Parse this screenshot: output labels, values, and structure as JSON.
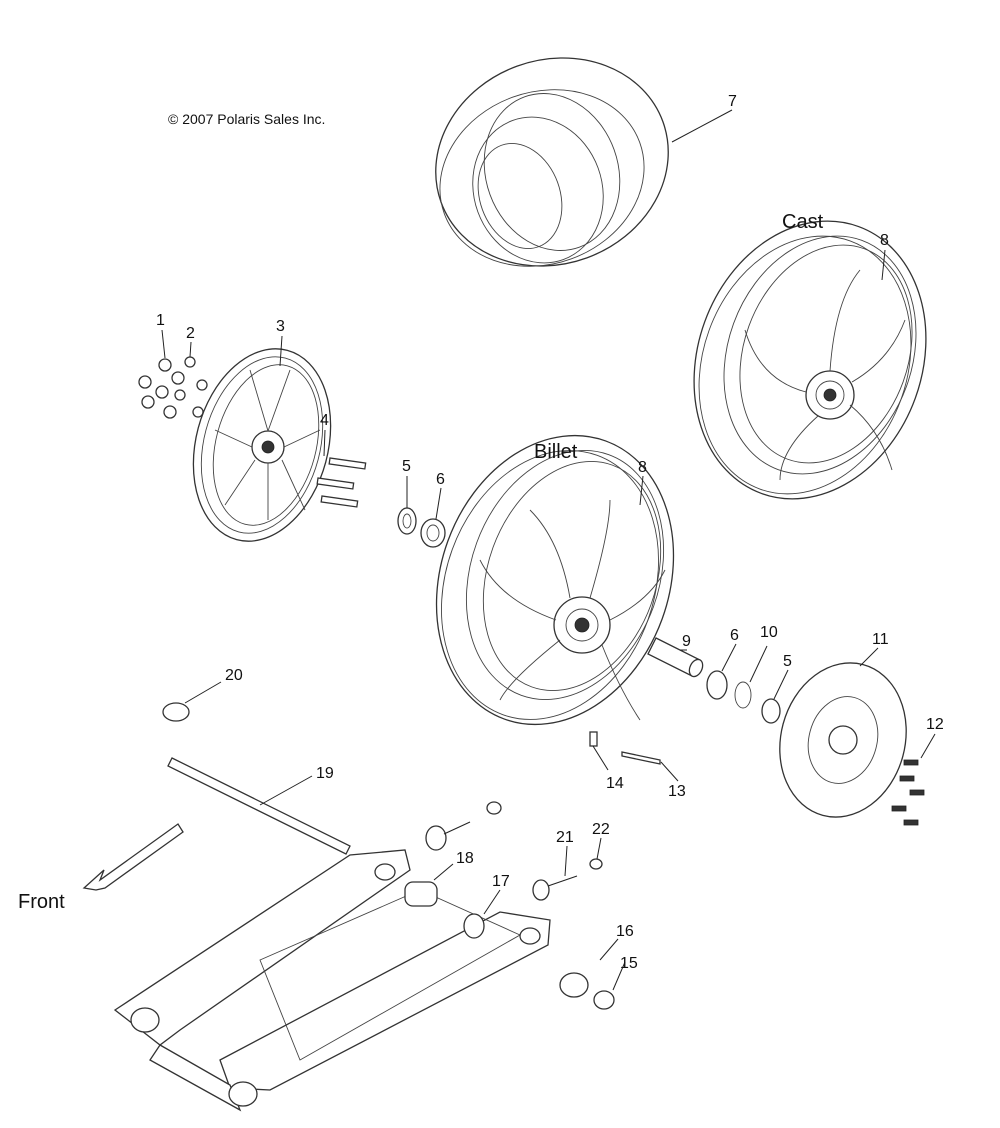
{
  "copyright": "© 2007 Polaris Sales Inc.",
  "labels": {
    "cast": "Cast",
    "billet": "Billet",
    "front": "Front"
  },
  "callouts": [
    {
      "n": "1"
    },
    {
      "n": "2"
    },
    {
      "n": "3"
    },
    {
      "n": "4"
    },
    {
      "n": "5"
    },
    {
      "n": "6"
    },
    {
      "n": "7"
    },
    {
      "n": "8"
    },
    {
      "n": "8"
    },
    {
      "n": "9"
    },
    {
      "n": "6"
    },
    {
      "n": "10"
    },
    {
      "n": "5"
    },
    {
      "n": "11"
    },
    {
      "n": "12"
    },
    {
      "n": "13"
    },
    {
      "n": "14"
    },
    {
      "n": "15"
    },
    {
      "n": "16"
    },
    {
      "n": "17"
    },
    {
      "n": "18"
    },
    {
      "n": "19"
    },
    {
      "n": "20"
    },
    {
      "n": "21"
    },
    {
      "n": "22"
    }
  ],
  "colors": {
    "line": "#222222",
    "background": "#ffffff"
  }
}
